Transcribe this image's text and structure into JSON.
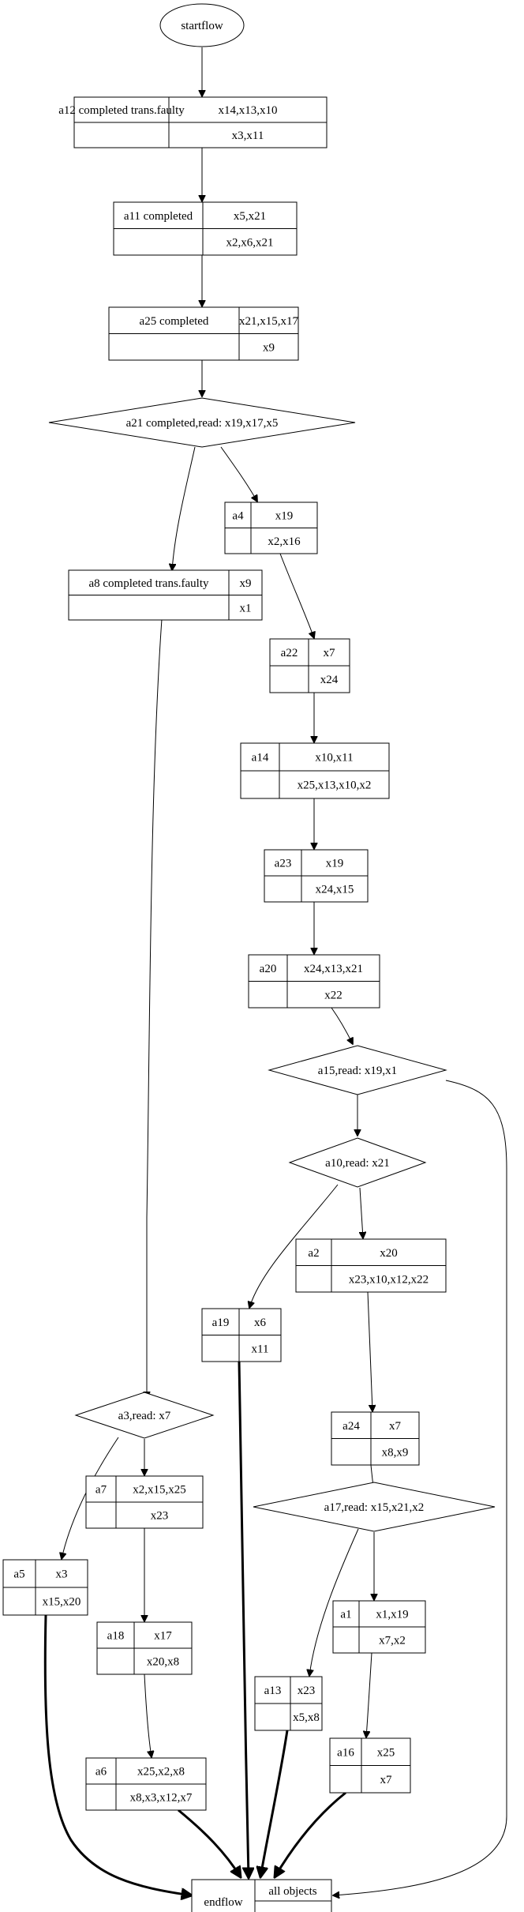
{
  "start": {
    "label": "startflow"
  },
  "end": {
    "label": "endflow",
    "objects": "all objects"
  },
  "nodes": {
    "a12": {
      "name": "a12 completed trans.faulty",
      "top": "x14,x13,x10",
      "bottom": "x3,x11"
    },
    "a11": {
      "name": "a11 completed",
      "top": "x5,x21",
      "bottom": "x2,x6,x21"
    },
    "a25": {
      "name": "a25 completed",
      "top": "x21,x15,x17",
      "bottom": "x9"
    },
    "a4": {
      "name": "a4",
      "top": "x19",
      "bottom": "x2,x16"
    },
    "a8": {
      "name": "a8 completed trans.faulty",
      "top": "x9",
      "bottom": "x1"
    },
    "a22": {
      "name": "a22",
      "top": "x7",
      "bottom": "x24"
    },
    "a14": {
      "name": "a14",
      "top": "x10,x11",
      "bottom": "x25,x13,x10,x2"
    },
    "a23": {
      "name": "a23",
      "top": "x19",
      "bottom": "x24,x15"
    },
    "a20": {
      "name": "a20",
      "top": "x24,x13,x21",
      "bottom": "x22"
    },
    "a2": {
      "name": "a2",
      "top": "x20",
      "bottom": "x23,x10,x12,x22"
    },
    "a19": {
      "name": "a19",
      "top": "x6",
      "bottom": "x11"
    },
    "a24": {
      "name": "a24",
      "top": "x7",
      "bottom": "x8,x9"
    },
    "a7": {
      "name": "a7",
      "top": "x2,x15,x25",
      "bottom": "x23"
    },
    "a5": {
      "name": "a5",
      "top": "x3",
      "bottom": "x15,x20"
    },
    "a1": {
      "name": "a1",
      "top": "x1,x19",
      "bottom": "x7,x2"
    },
    "a18": {
      "name": "a18",
      "top": "x17",
      "bottom": "x20,x8"
    },
    "a13": {
      "name": "a13",
      "top": "x23",
      "bottom": "x5,x8"
    },
    "a16": {
      "name": "a16",
      "top": "x25",
      "bottom": "x7"
    },
    "a6": {
      "name": "a6",
      "top": "x25,x2,x8",
      "bottom": "x8,x3,x12,x7"
    }
  },
  "decisions": {
    "a21": {
      "label": "a21 completed,read: x19,x17,x5"
    },
    "a15": {
      "label": "a15,read: x19,x1"
    },
    "a10": {
      "label": "a10,read: x21"
    },
    "a3": {
      "label": "a3,read: x7"
    },
    "a17": {
      "label": "a17,read: x15,x21,x2"
    }
  }
}
